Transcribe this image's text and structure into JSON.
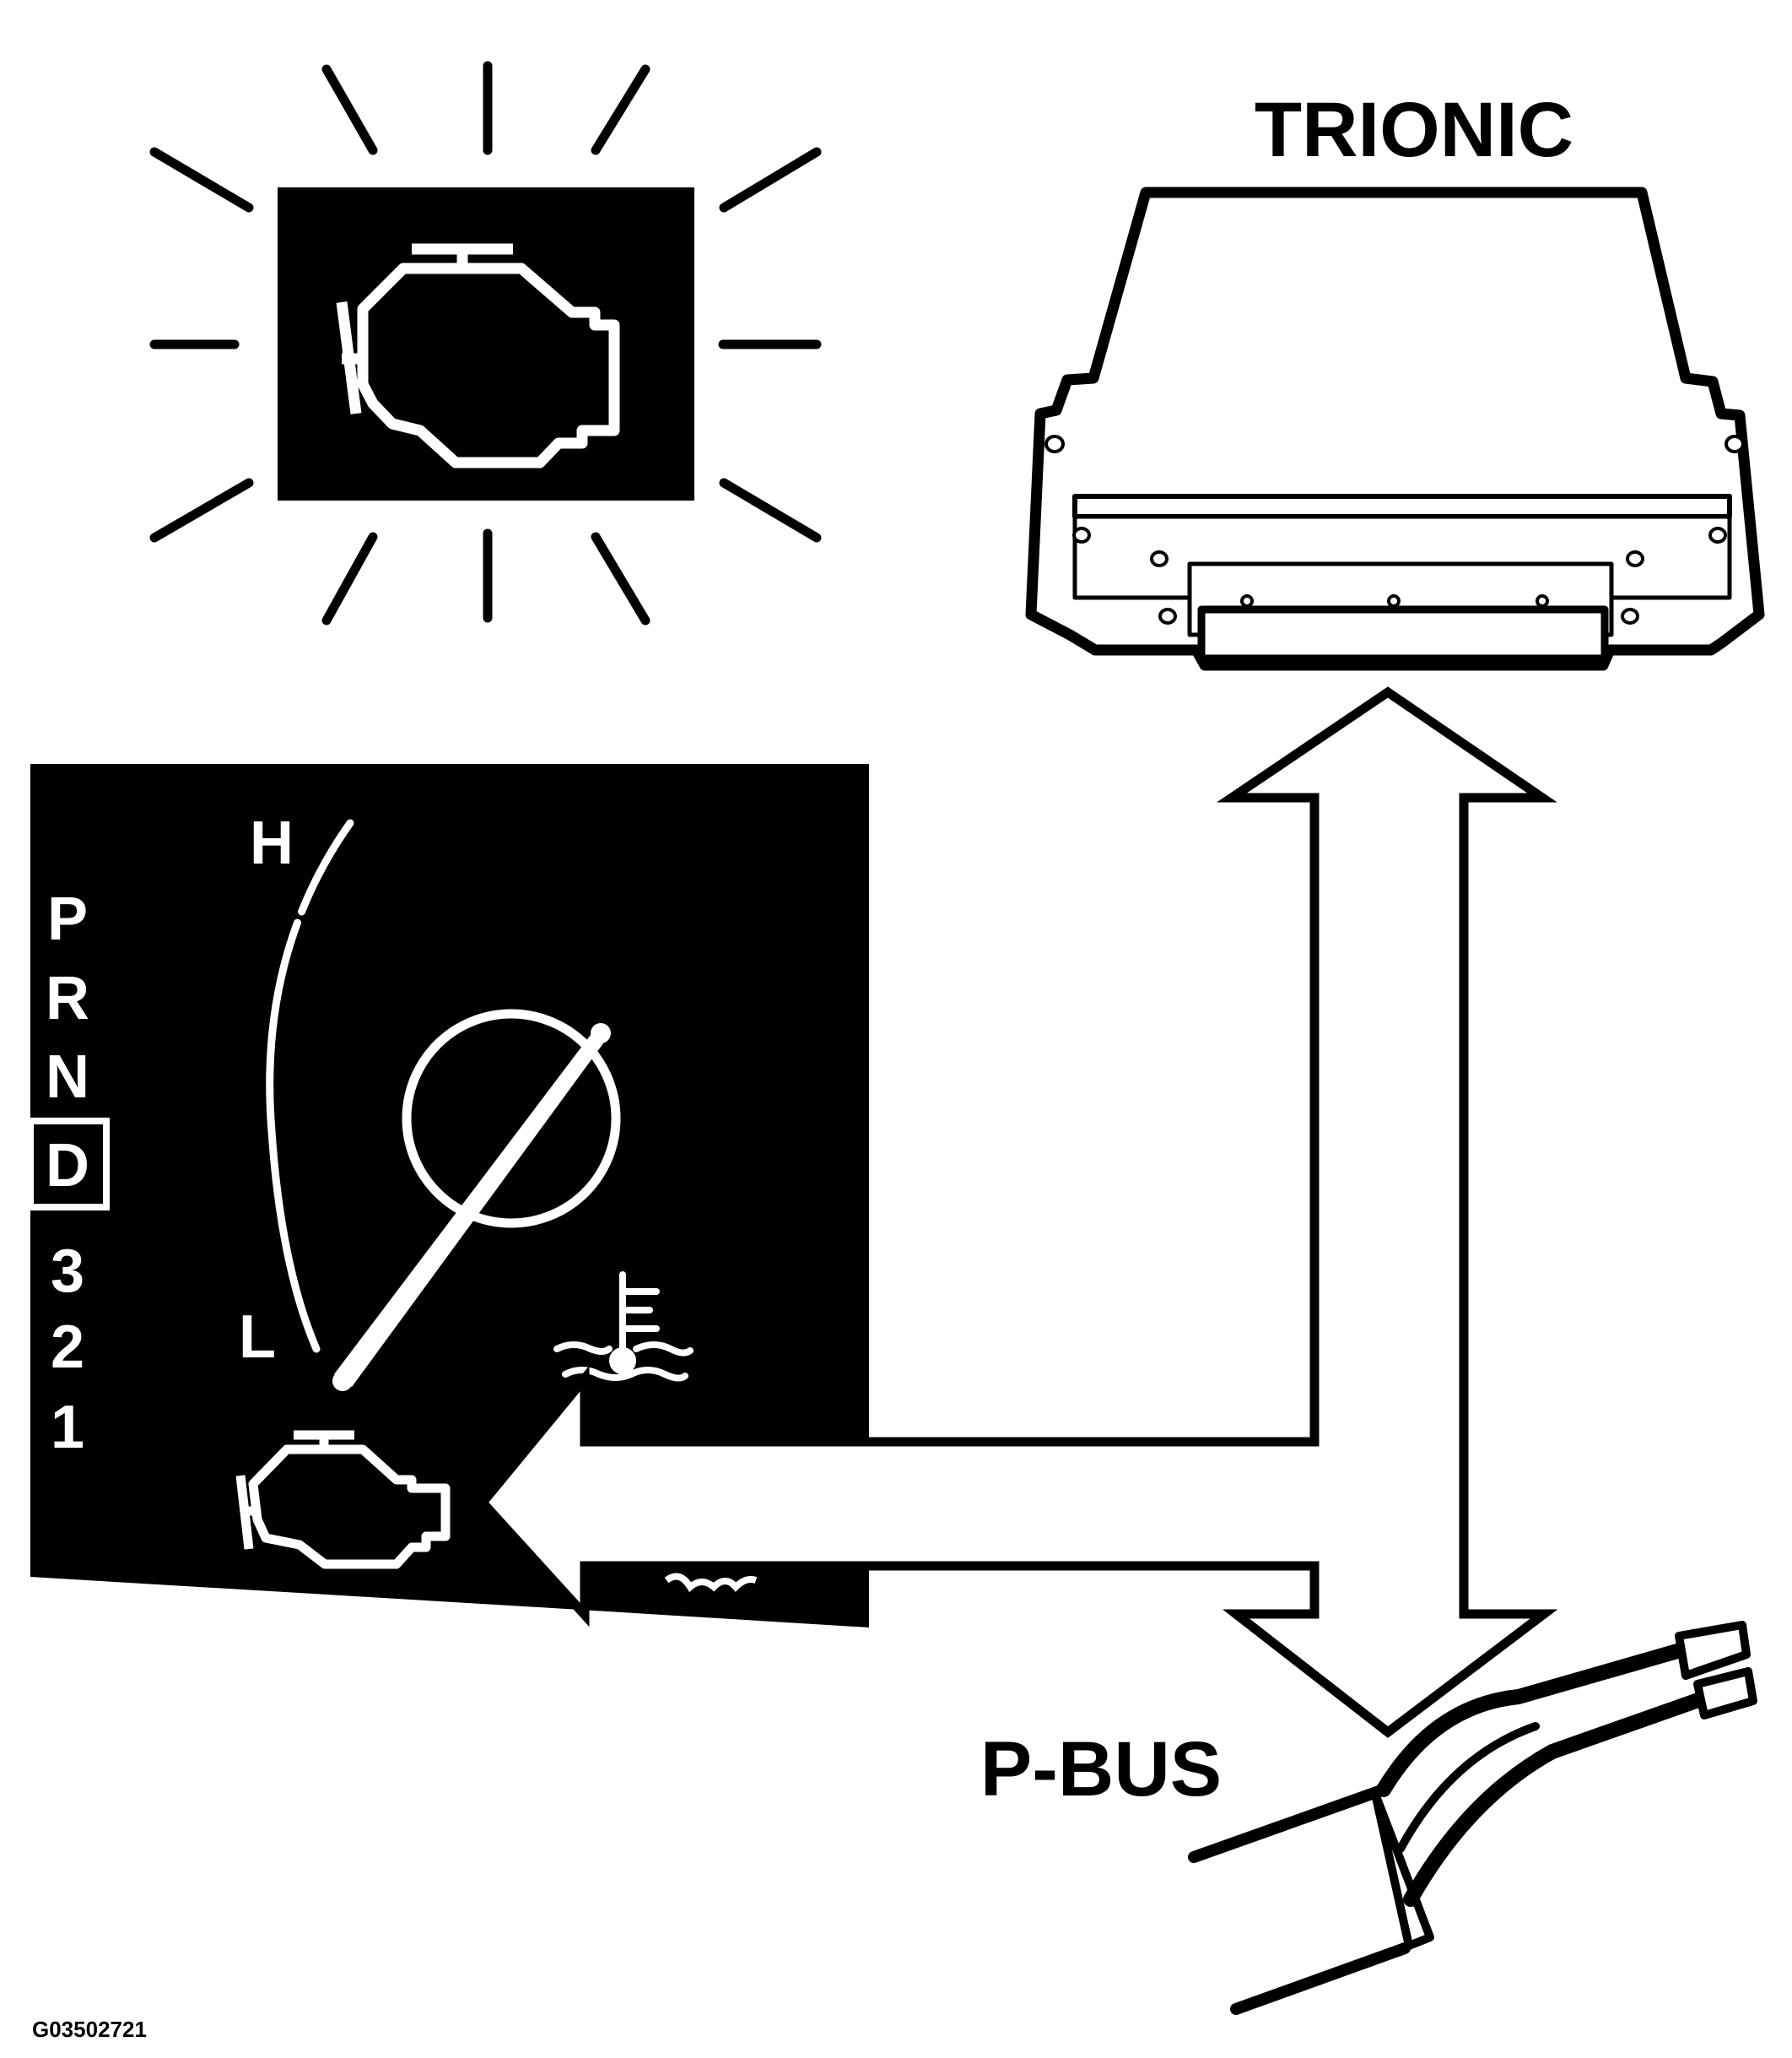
{
  "labels": {
    "trionic": "TRIONIC",
    "pbus": "P-BUS",
    "figure_id": "G03502721"
  },
  "gauge": {
    "high": "H",
    "low": "L"
  },
  "gear_selector": {
    "gears": [
      "P",
      "R",
      "N",
      "D",
      "3",
      "2",
      "1"
    ],
    "selected": "D"
  },
  "icons": {
    "warning_lamp": "check-engine-icon",
    "cluster_lamp": "check-engine-icon",
    "coolant": "coolant-temperature-icon",
    "control_module": "ecu-module-icon",
    "bus_connector": "cable-connector-icon"
  },
  "colors": {
    "ink": "#000000",
    "paper": "#ffffff"
  }
}
